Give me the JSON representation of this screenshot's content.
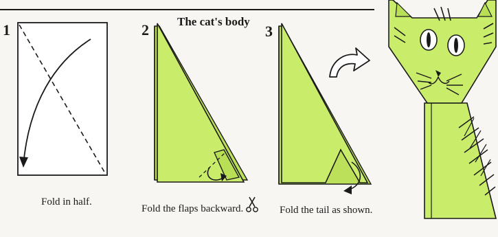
{
  "title": "The cat's body",
  "steps": [
    {
      "number": "1",
      "caption": "Fold in half."
    },
    {
      "number": "2",
      "caption": "Fold the flaps backward."
    },
    {
      "number": "3",
      "caption": "Fold the tail as shown."
    }
  ],
  "colors": {
    "paper_green": "#c9ec6b",
    "paper_green_dark": "#b5dc52",
    "ink": "#1a1a1a",
    "background": "#f7f6f2"
  },
  "icons": [
    "scissors-icon",
    "curved-arrow-icon",
    "cat-figure"
  ]
}
